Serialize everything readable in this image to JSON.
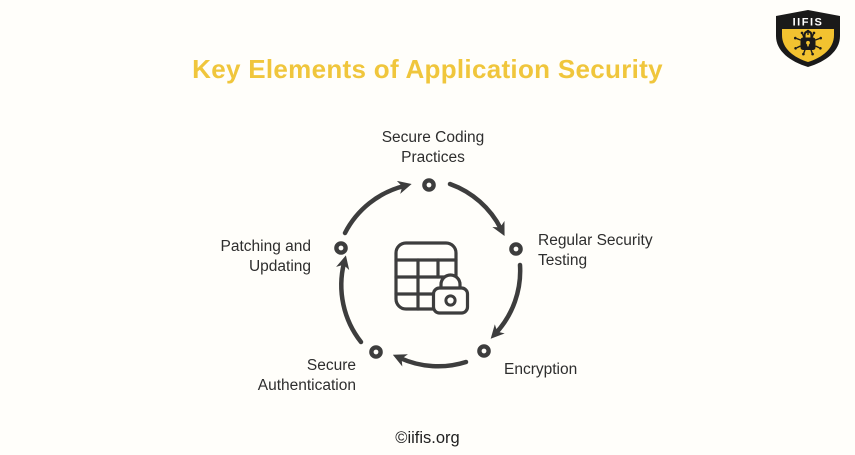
{
  "title": {
    "text": "Key Elements of Application Security",
    "color": "#F0C63C"
  },
  "logo": {
    "brand": "IIFIS",
    "shield_dark": "#1A1A1A",
    "shield_yellow": "#F2C230",
    "emblem": "lock-circuit-icon"
  },
  "diagram": {
    "type": "cycle",
    "flow": "clockwise",
    "stroke_color": "#3D3D3D",
    "center_icon": "table-with-padlock-icon",
    "steps": [
      {
        "position": "top",
        "label": "Secure Coding Practices"
      },
      {
        "position": "right",
        "label": "Regular Security Testing"
      },
      {
        "position": "bottom-right",
        "label": "Encryption"
      },
      {
        "position": "bottom-left",
        "label": "Secure Authentication"
      },
      {
        "position": "left",
        "label": "Patching and Updating"
      }
    ],
    "labels": {
      "secure_coding": "Secure Coding\nPractices",
      "regular_security": "Regular Security\nTesting",
      "encryption": "Encryption",
      "secure_auth": "Secure\nAuthentication",
      "patching": "Patching and\nUpdating"
    }
  },
  "footer": {
    "text": "©iifis.org"
  }
}
